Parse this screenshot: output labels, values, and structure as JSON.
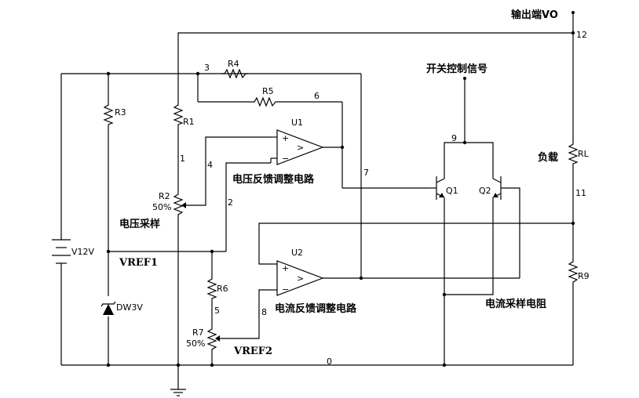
{
  "annotations": {
    "output_terminal": "输出端VO",
    "switch_control_signal": "开关控制信号",
    "load": "负载",
    "voltage_feedback": "电压反馈调整电路",
    "current_feedback": "电流反馈调整电路",
    "voltage_sampling": "电压采样",
    "current_sampling_resistor": "电流采样电阻",
    "vref1": "VREF1",
    "vref2": "VREF2"
  },
  "components": {
    "R1": "R1",
    "R2": "R2",
    "R2_pct": "50%",
    "R3": "R3",
    "R4": "R4",
    "R5": "R5",
    "R6": "R6",
    "R7": "R7",
    "R7_pct": "50%",
    "R9": "R9",
    "RL": "RL",
    "U1": "U1",
    "U2": "U2",
    "Q1": "Q1",
    "Q2": "Q2",
    "V12V": "V12V",
    "DW3V": "DW3V",
    "plus": "+",
    "minus": "−",
    "amp_sym": ">"
  },
  "nodes": {
    "n0": "0",
    "n1": "1",
    "n2": "2",
    "n3": "3",
    "n4": "4",
    "n5": "5",
    "n6": "6",
    "n7": "7",
    "n8": "8",
    "n9": "9",
    "n11": "11",
    "n12": "12"
  }
}
